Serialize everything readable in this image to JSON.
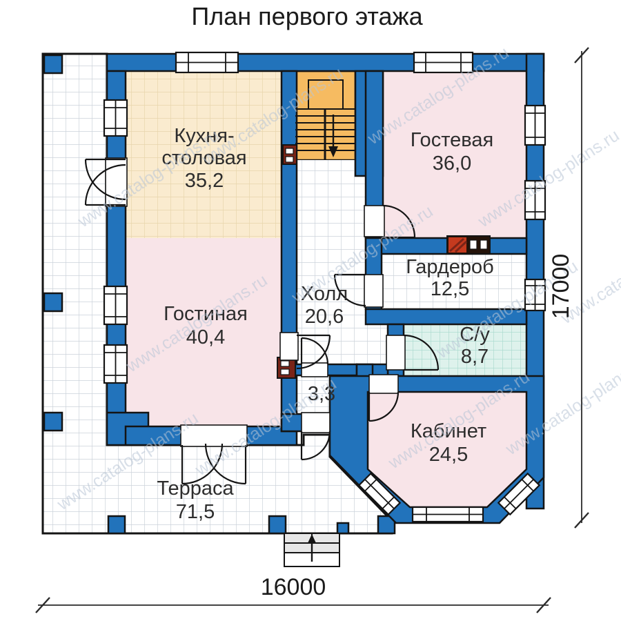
{
  "title": "План первого этажа",
  "watermark": "www.catalog-plans.ru",
  "rooms": {
    "kitchen": {
      "name": "Кухня-столовая",
      "line1": "Кухня-",
      "line2": "столовая",
      "area": "35,2"
    },
    "guest": {
      "name": "Гостевая",
      "area": "36,0"
    },
    "living": {
      "name": "Гостиная",
      "area": "40,4"
    },
    "hall": {
      "name": "Холл",
      "area": "20,6"
    },
    "wardrobe": {
      "name": "Гардероб",
      "area": "12,5"
    },
    "bathroom": {
      "name": "С/у",
      "area": "8,7"
    },
    "vestibule": {
      "area": "3,3"
    },
    "study": {
      "name": "Кабинет",
      "area": "24,5"
    },
    "terrace": {
      "name": "Терраса",
      "area": "71,5"
    }
  },
  "dimensions": {
    "width_label": "16000",
    "height_label": "17000"
  },
  "colors": {
    "wall": "#2273bb",
    "outline": "#141414",
    "floor_pink": "#f8e4e8",
    "floor_beige": "#faebcf",
    "floor_stairs": "#f6bb61",
    "floor_bath": "#def2ec",
    "floor_tile_line": "#ccd2da",
    "vent_red": "#c43a1e"
  }
}
